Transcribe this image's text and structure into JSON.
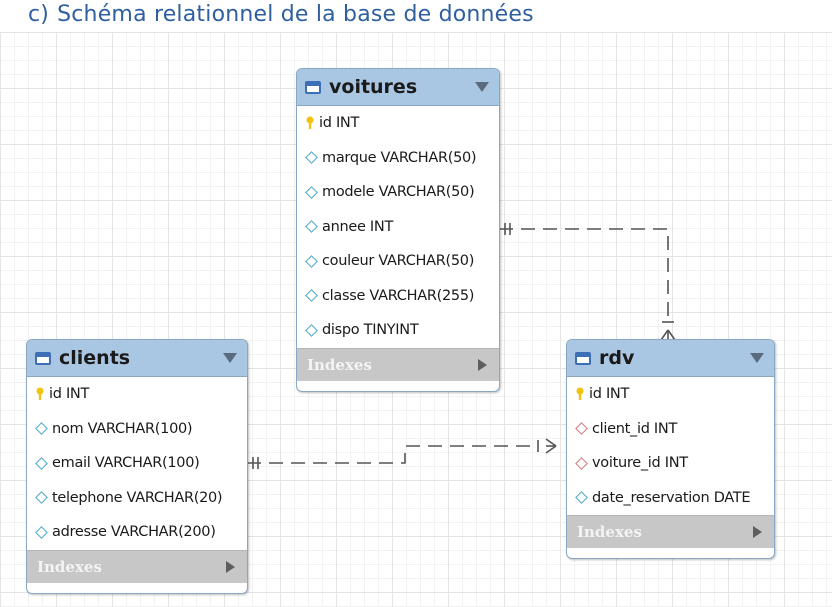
{
  "heading": {
    "number": "c)",
    "title": "Schéma relationnel de la base de données"
  },
  "indexes_label": "Indexes",
  "tables": {
    "voitures": {
      "name": "voitures",
      "columns": [
        {
          "text": "id INT",
          "kind": "pk"
        },
        {
          "text": "marque VARCHAR(50)",
          "kind": "col"
        },
        {
          "text": "modele VARCHAR(50)",
          "kind": "col"
        },
        {
          "text": "annee INT",
          "kind": "col"
        },
        {
          "text": "couleur VARCHAR(50)",
          "kind": "col"
        },
        {
          "text": "classe VARCHAR(255)",
          "kind": "col"
        },
        {
          "text": "dispo TINYINT",
          "kind": "col"
        }
      ]
    },
    "clients": {
      "name": "clients",
      "columns": [
        {
          "text": "id INT",
          "kind": "pk"
        },
        {
          "text": "nom VARCHAR(100)",
          "kind": "col"
        },
        {
          "text": "email VARCHAR(100)",
          "kind": "col"
        },
        {
          "text": "telephone VARCHAR(20)",
          "kind": "col"
        },
        {
          "text": "adresse VARCHAR(200)",
          "kind": "col"
        }
      ]
    },
    "rdv": {
      "name": "rdv",
      "columns": [
        {
          "text": "id INT",
          "kind": "pk"
        },
        {
          "text": "client_id INT",
          "kind": "fk"
        },
        {
          "text": "voiture_id INT",
          "kind": "fk"
        },
        {
          "text": "date_reservation DATE",
          "kind": "col"
        }
      ]
    }
  },
  "relations": [
    {
      "from": "voitures",
      "to": "rdv",
      "from_card": "one",
      "to_card": "many"
    },
    {
      "from": "clients",
      "to": "rdv",
      "from_card": "one",
      "to_card": "many"
    }
  ],
  "colors": {
    "header": "#a9c6e2",
    "indexes_bar": "#c7c7c7",
    "pk_key": "#f2c20f",
    "column_diamond": "#4aa6c6",
    "fk_diamond": "#d07a7a",
    "relation_line": "#555555",
    "heading_text": "#2f5f9e"
  }
}
